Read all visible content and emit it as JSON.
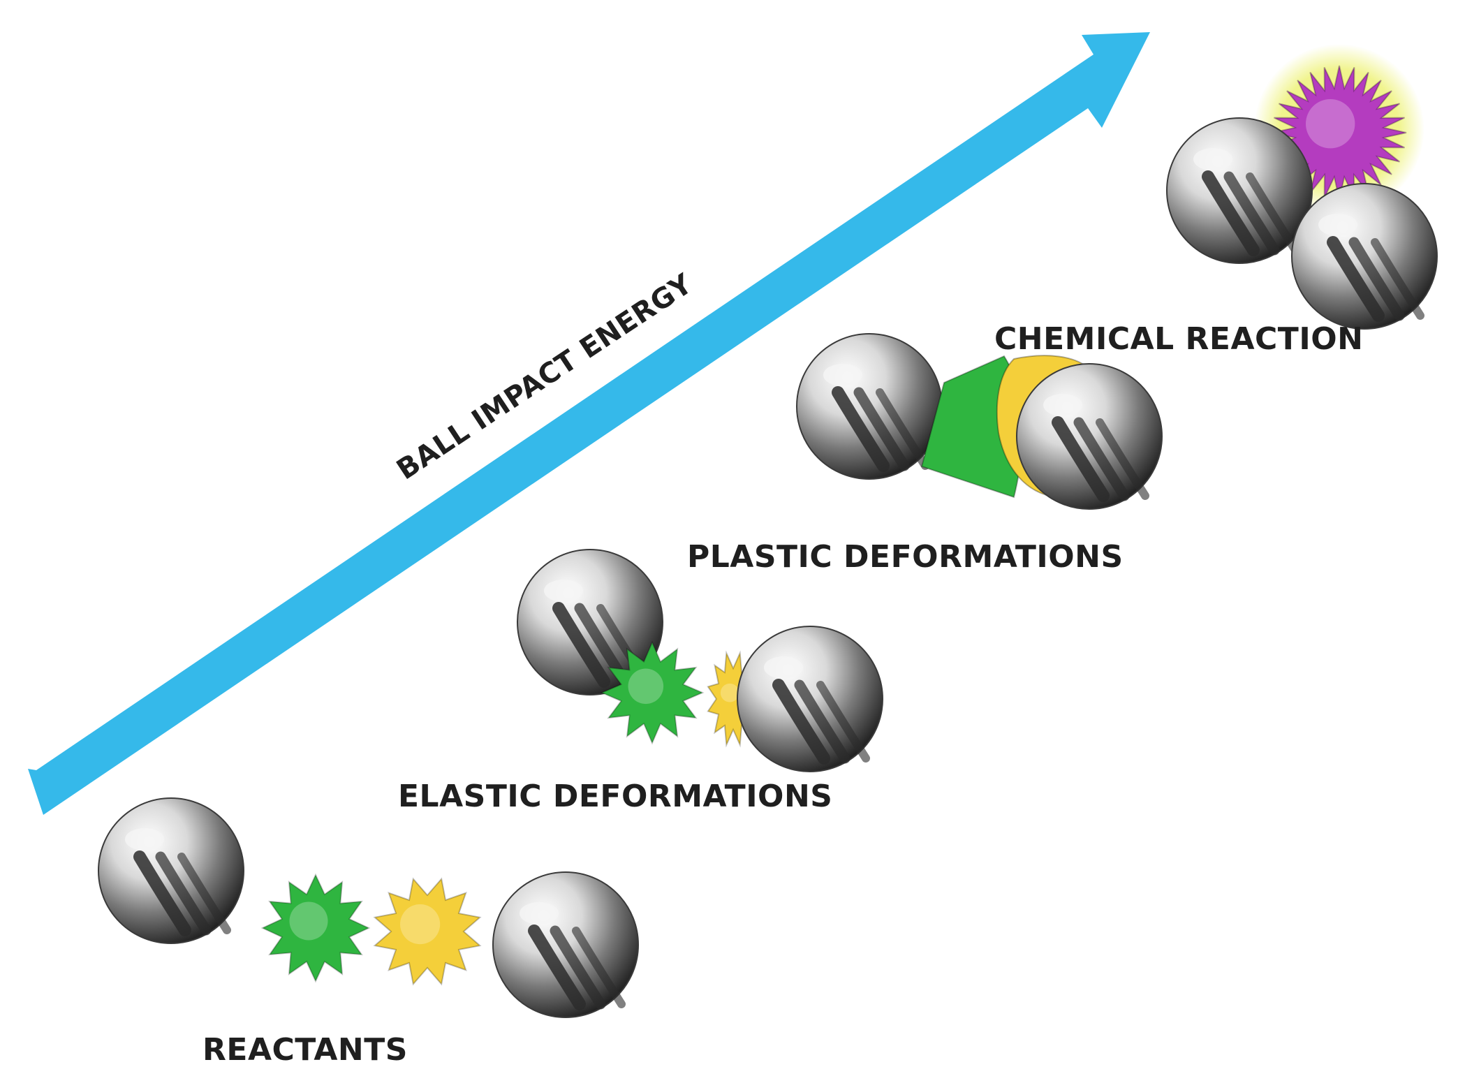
{
  "arrow": {
    "label": "BALL IMPACT ENERGY",
    "color": "#35b9ea"
  },
  "stages": [
    {
      "label": "REACTANTS"
    },
    {
      "label": "ELASTIC DEFORMATIONS"
    },
    {
      "label": "PLASTIC DEFORMATIONS"
    },
    {
      "label": "CHEMICAL REACTION"
    }
  ],
  "colors": {
    "reactant_a": "#2fb540",
    "reactant_b": "#f4cf3a",
    "product": "#b43cbf",
    "glow": "#eef27a",
    "ball_light": "#f4f4f4",
    "ball_dark": "#2b2b2b"
  }
}
